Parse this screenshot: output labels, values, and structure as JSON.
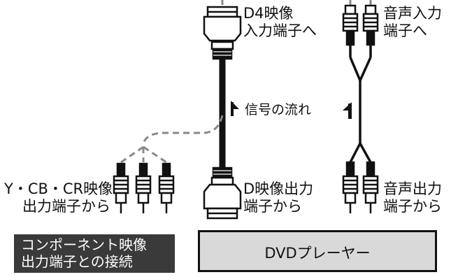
{
  "labels": {
    "d4_input": [
      "D4映像",
      "入力端子へ"
    ],
    "audio_input": [
      "音声入力",
      "端子へ"
    ],
    "signal_flow": "信号の流れ",
    "ycbcr_output": [
      "Y・CB・CR映像",
      "出力端子から"
    ],
    "d_output": [
      "D映像出力",
      "端子から"
    ],
    "audio_output": [
      "音声出力",
      "端子から"
    ],
    "component_caption": [
      "コンポーネント映像",
      "出力端子との接続"
    ],
    "dvd_player": "DVDプレーヤー"
  },
  "colors": {
    "line": "#111111",
    "dashed_cable": "#888888",
    "caption_bg": "#3a3a3a",
    "player_bg": "#d9d9d9"
  },
  "icons": {
    "flow_arrow": "arrow-up-icon"
  }
}
